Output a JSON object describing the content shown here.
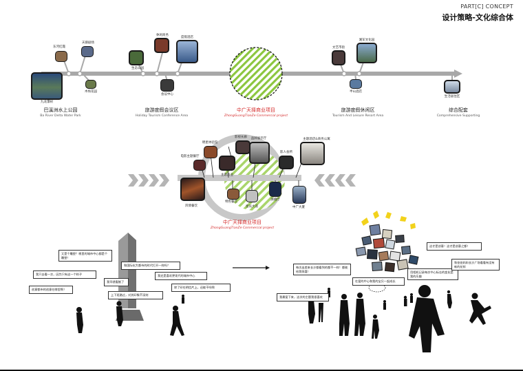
{
  "header": {
    "part": "PART[C] CONCEPT",
    "title": "设计策略-文化综合体"
  },
  "timeline": {
    "zones": [
      {
        "cn": "巴溪洲水上公园",
        "en": "Ba River Delta Water Park"
      },
      {
        "cn": "旅游度假会议区",
        "en": "Holiday Tourism Conference Area"
      },
      {
        "cn": "中广天择商业项目",
        "en": "ZhongGuangTianZe Commercial project"
      },
      {
        "cn": "旅游度假休闲区",
        "en": "Tourism And Leisure Resort Area"
      },
      {
        "cn": "综合配套",
        "en": "Comprehensive Supporting"
      }
    ],
    "nodes": [
      "东河红霞",
      "天鹅剧场",
      "九龙瀑树",
      "木栈花园",
      "生态公园",
      "休闲商务",
      "度假酒店",
      "会议中心",
      "文艺市街",
      "湘军文化园",
      "半山酒店",
      "生活居住区"
    ]
  },
  "hub": {
    "title": "中广天择商业项目",
    "subtitle": "ZhongGuangTianZe Commercial project",
    "nodes": [
      "风情餐饮",
      "电影主题餐厅",
      "明星体验馆",
      "主题商业",
      "影视长廊",
      "品牌展示厅",
      "特色餐饮",
      "星光大道",
      "影人会所",
      "演播厅",
      "主题酒店&商务公寓",
      "中广大厦"
    ]
  },
  "scene_left": {
    "bubbles": [
      "又是个雕塑？哪里的城市中心都是个雕塑！",
      "我只去看一次，因为只有这一个样子",
      "和国际化大都市的时代打开一样吗？",
      "创意都市的创意在哪里啊！",
      "我早就看腻了",
      "我还是喜欢更现代的城市中心",
      "上下班路过，对其印象不深刻",
      "除了印在明信片上，还能干吗啊"
    ]
  },
  "scene_right": {
    "bubbles": [
      "每次出差来长沙都看到的都不一样！都能给我惊喜！",
      "这才是创意！这才是创意之都！",
      "用相机记录每次中心标志的变化是我的乐趣",
      "和爸爸妈妈长沙广场看看有没有新的花样",
      "在爱的中心和我的宝贝一起成长",
      "我最爱下来，这次的主题我很喜欢"
    ]
  },
  "colors": {
    "accent_red": "#d42a2a",
    "hatch_green": "#8cc63f",
    "line_gray": "#a8a8a8",
    "icon_yellow": "#f2d21b",
    "figure_black": "#111111"
  }
}
